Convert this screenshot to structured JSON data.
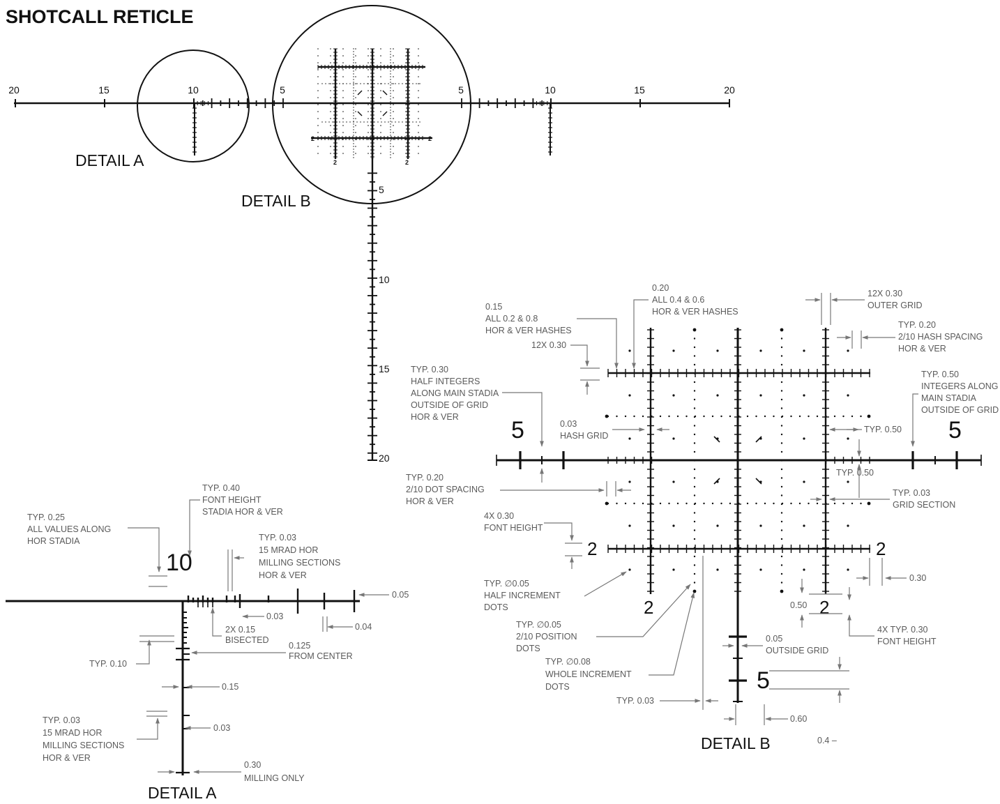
{
  "title": "SHOTCALL RETICLE",
  "overview": {
    "scale_labels": [
      "20",
      "15",
      "10",
      "5",
      "5",
      "10",
      "15",
      "20"
    ],
    "vertical_labels": [
      "5",
      "10",
      "15",
      "20"
    ],
    "detail_b_small_labels": [
      "2",
      "2",
      "2",
      "2"
    ],
    "detail_a_label": "DETAIL A",
    "detail_b_label": "DETAIL B"
  },
  "detail_a": {
    "label": "DETAIL A",
    "big_number": "10",
    "annotations": {
      "font_height": [
        "TYP. 0.40",
        "FONT HEIGHT",
        "STADIA HOR & VER"
      ],
      "values_along": [
        "TYP. 0.25",
        "ALL VALUES ALONG",
        "HOR STADIA"
      ],
      "milling_top": [
        "TYP. 0.03",
        "15 MRAD HOR",
        "MILLING SECTIONS",
        "HOR & VER"
      ],
      "right_005": "0.05",
      "mid_003": "0.03",
      "right_004": "0.04",
      "bisected": [
        "2X 0.15",
        "BISECTED"
      ],
      "from_center": [
        "0.125",
        "FROM CENTER"
      ],
      "typ_010": "TYP. 0.10",
      "v_015": "0.15",
      "v_003": "0.03",
      "milling_bottom": [
        "TYP. 0.03",
        "15 MRAD HOR",
        "MILLING SECTIONS",
        "HOR & VER"
      ],
      "milling_only": [
        "0.30",
        "MILLING ONLY"
      ]
    }
  },
  "detail_b": {
    "label": "DETAIL B",
    "big_numbers": [
      "5",
      "5",
      "5"
    ],
    "grid_numbers": [
      "2",
      "2",
      "2",
      "2"
    ],
    "annotations": {
      "hashes_015": [
        "0.15",
        "ALL 0.2 & 0.8",
        "HOR & VER HASHES"
      ],
      "hashes_020": [
        "0.20",
        "ALL 0.4 & 0.6",
        "HOR & VER HASHES"
      ],
      "outer_grid": [
        "12X 0.30",
        "OUTER GRID"
      ],
      "hash_spacing": [
        "TYP. 0.20",
        "2/10 HASH SPACING",
        "HOR & VER"
      ],
      "twelve_x": "12X 0.30",
      "half_integers": [
        "TYP. 0.30",
        "HALF INTEGERS",
        "ALONG MAIN STADIA",
        "OUTSIDE OF GRID",
        "HOR & VER"
      ],
      "integers_along": [
        "TYP. 0.50",
        "INTEGERS ALONG",
        "MAIN STADIA",
        "OUTSIDE OF GRID"
      ],
      "hash_grid": [
        "0.03",
        "HASH GRID"
      ],
      "typ_050_a": "TYP. 0.50",
      "typ_050_b": "TYP. 0.50",
      "dot_spacing": [
        "TYP. 0.20",
        "2/10 DOT SPACING",
        "HOR & VER"
      ],
      "grid_section": [
        "TYP. 0.03",
        "GRID SECTION"
      ],
      "font_height_4x": [
        "4X 0.30",
        "FONT HEIGHT"
      ],
      "right_030": "0.30",
      "half_increment": [
        "TYP.  ∅0.05",
        "HALF INCREMENT",
        "DOTS"
      ],
      "val_050": "0.50",
      "position_dots": [
        "TYP.   ∅0.05",
        "2/10 POSITION",
        "DOTS"
      ],
      "font_height_4x_typ": [
        "4X TYP. 0.30",
        "FONT HEIGHT"
      ],
      "outside_grid": [
        "0.05",
        "OUTSIDE GRID"
      ],
      "whole_increment": [
        "TYP.   ∅0.08",
        "WHOLE INCREMENT",
        "DOTS"
      ],
      "typ_003": "TYP. 0.03",
      "val_060": "0.60",
      "val_04": "0.4  –"
    }
  }
}
